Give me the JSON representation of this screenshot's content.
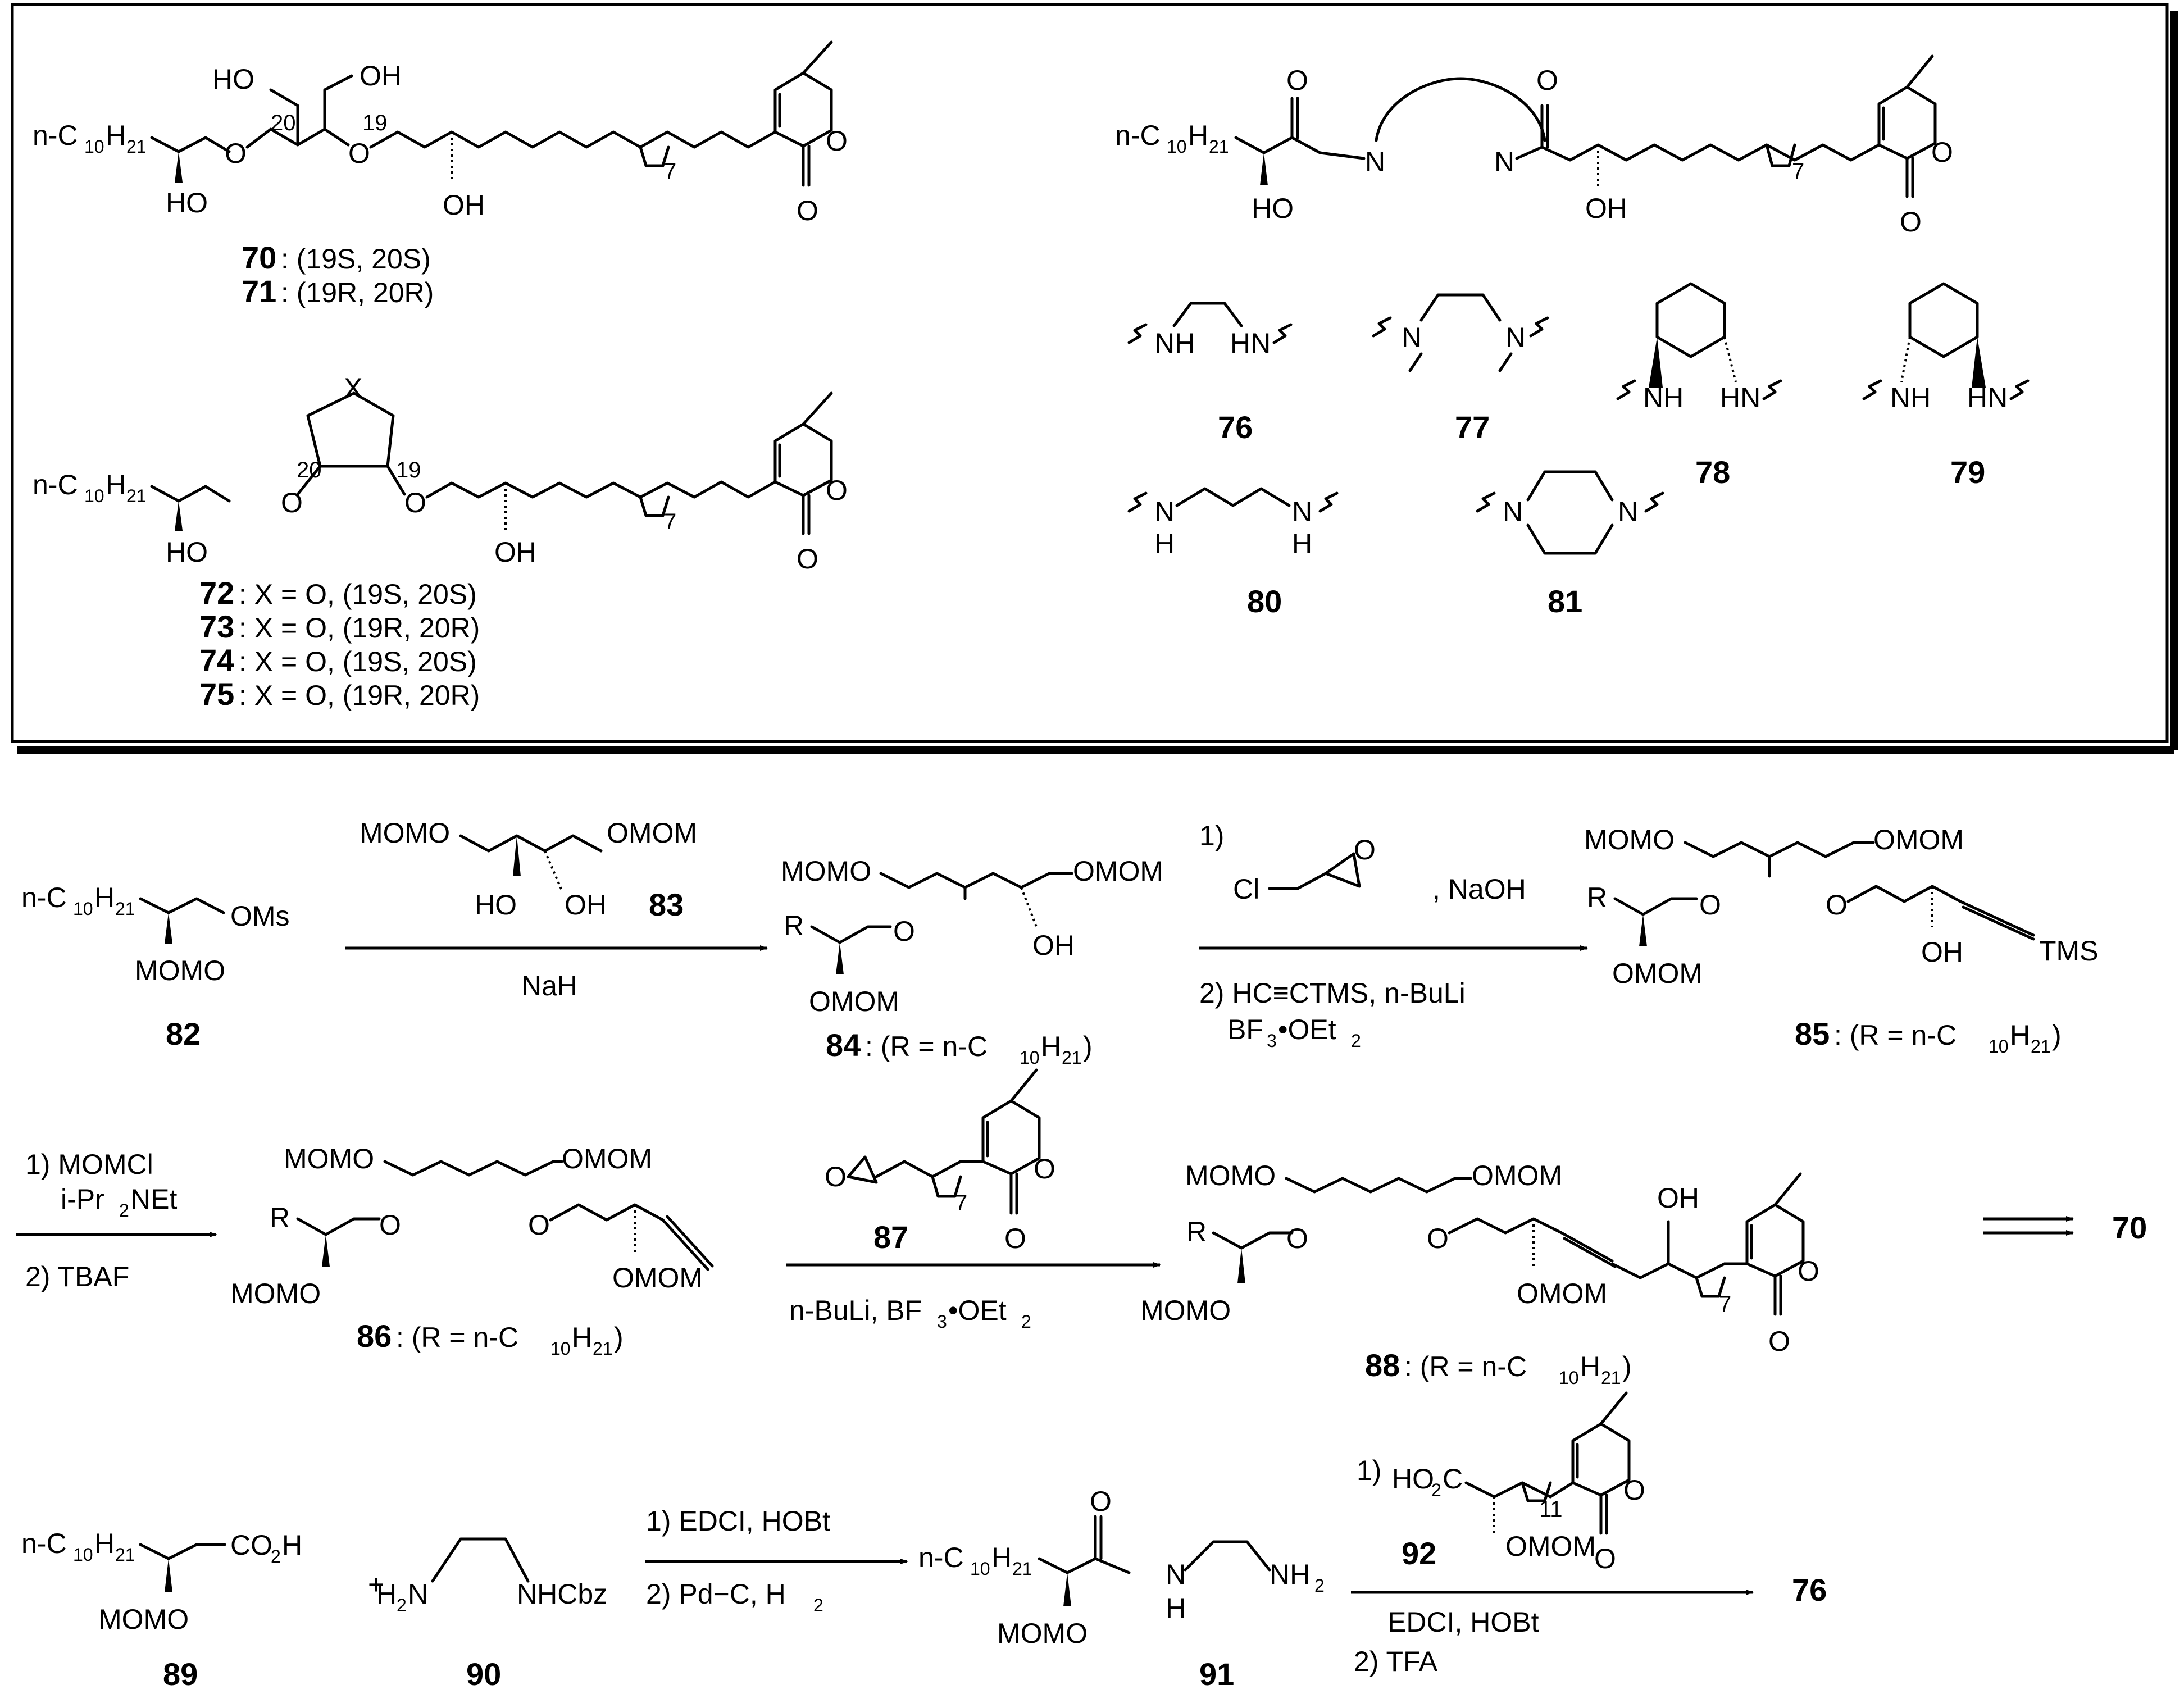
{
  "box": {
    "struct_70_71": {
      "chain_prefix": "n-C",
      "chain_sub1": "10",
      "chain_mid": "H",
      "chain_sub2": "21",
      "locant_20": "20",
      "locant_19": "19",
      "oh_top_left": "HO",
      "oh_top_right": "OH",
      "ho_bottom": "HO",
      "oh_mid": "OH",
      "o_ether": "O",
      "repeat_index": "7",
      "lactone_o": "O"
    },
    "label_70": {
      "num": "70",
      "text": ": (19S, 20S)"
    },
    "label_71": {
      "num": "71",
      "text": ": (19R, 20R)"
    },
    "struct_72_75": {
      "x": "X",
      "locant_20": "20",
      "locant_19": "19",
      "oh_mid": "OH",
      "ho_bottom": "HO",
      "repeat_index": "7"
    },
    "labels_72_75": [
      {
        "num": "72",
        "text": ": X = O, (19S, 20S)"
      },
      {
        "num": "73",
        "text": ": X = O, (19R, 20R)"
      },
      {
        "num": "74",
        "text": ": X = O, (19S, 20S)"
      },
      {
        "num": "75",
        "text": ": X = O, (19R, 20R)"
      }
    ],
    "amide_struct": {
      "n": "N",
      "ho": "HO",
      "oh": "OH",
      "o": "O",
      "repeat_index": "7"
    },
    "linkers": [
      {
        "num": "76",
        "left": "NH",
        "right": "HN"
      },
      {
        "num": "77",
        "left": "N",
        "right": "N"
      },
      {
        "num": "78",
        "left": "NH",
        "right": "HN"
      },
      {
        "num": "79",
        "left": "NH",
        "right": "HN"
      },
      {
        "num": "80",
        "left": "N",
        "right": "N",
        "h": "H"
      },
      {
        "num": "81",
        "left": "N",
        "right": "N"
      }
    ]
  },
  "route1": {
    "cmpd_82": "82",
    "ms": "OMs",
    "mom": "MOMO",
    "mom_o": "MOMO",
    "omom": "OMOM",
    "ho": "HO",
    "oh": "OH",
    "cmpd_83": "83",
    "reagent_1": "NaH",
    "r": "R",
    "cmpd_84": "84",
    "label_84_text": ": (R = n-C",
    "label_84_tail": "H",
    "label_84_close": ")",
    "step1_num": "1)",
    "cl": "Cl",
    "o": "O",
    "naoh": ", NaOH",
    "step2": "2) HC≡CTMS, n-BuLi",
    "bf3": "BF",
    "bf3_sub": "3",
    "bf3_rest": "•OEt",
    "bf3_sub2": "2",
    "tms": "TMS",
    "cmpd_85": "85"
  },
  "route2": {
    "step1": "1) MOMCl",
    "base": "i-Pr",
    "base_sub": "2",
    "base_rest": "NEt",
    "step2": "2) TBAF",
    "cmpd_86": "86",
    "cmpd_87": "87",
    "reagent": "n-BuLi, BF",
    "reagent_sub": "3",
    "reagent_rest": "•OEt",
    "reagent_sub2": "2",
    "cmpd_88": "88",
    "target": "70"
  },
  "route3": {
    "co2h": "CO",
    "co2h_sub": "2",
    "co2h_rest": "H",
    "plus": "+",
    "h2n": "H",
    "h2n_sub": "2",
    "h2n_rest": "N",
    "nhcbz": "NHCbz",
    "step1": "1) EDCI, HOBt",
    "step2": "2) Pd−C, H",
    "step2_sub": "2",
    "cmpd_89": "89",
    "cmpd_90": "90",
    "cmpd_91": "91",
    "nh2": "NH",
    "nh2_sub": "2",
    "h": "H",
    "n": "N",
    "ho2c": "HO",
    "ho2c_sub": "2",
    "ho2c_rest": "C",
    "step1_num": "1)",
    "repeat_11": "11",
    "cmpd_92": "92",
    "reagent": "EDCI, HOBt",
    "step2b": "2) TFA",
    "target": "76"
  }
}
